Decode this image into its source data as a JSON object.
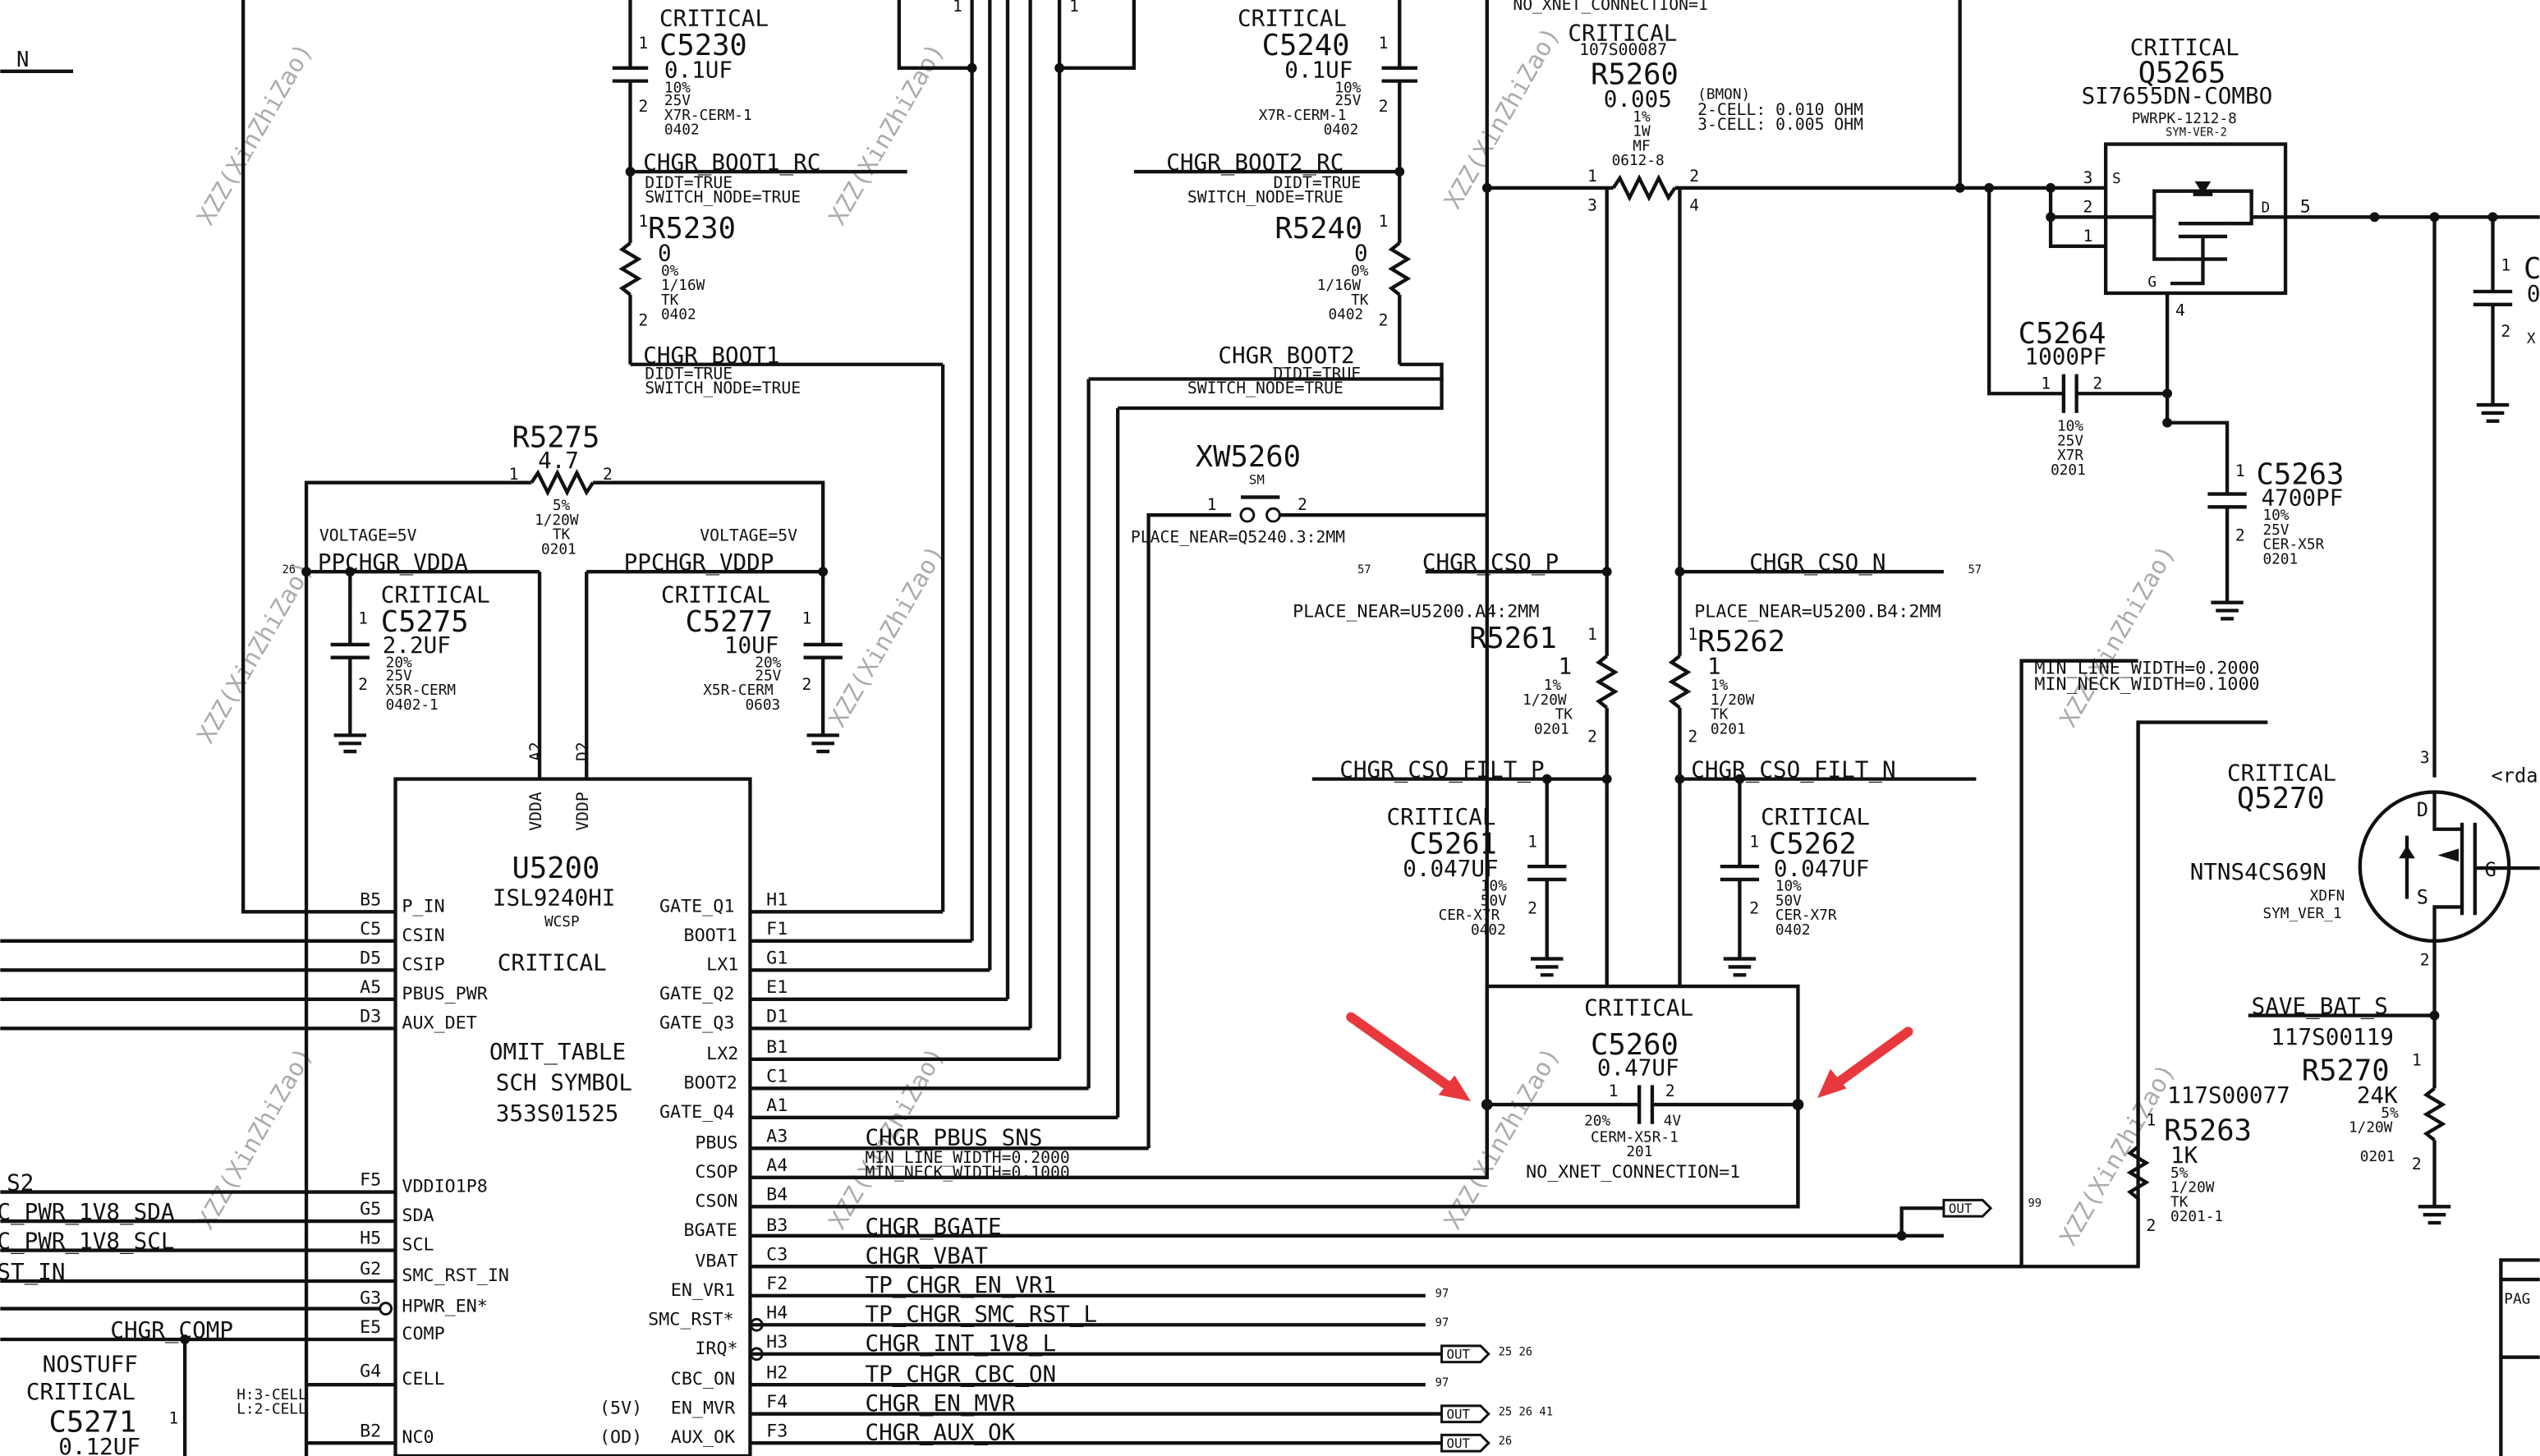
{
  "watermark": "XZZ(XinZhiZao)",
  "page_label": "PAG",
  "top_left_net": "N",
  "u5200": {
    "ref": "U5200",
    "part": "ISL9240HI",
    "pkg": "WCSP",
    "crit": "CRITICAL",
    "omit": "OMIT_TABLE",
    "sch": "SCH SYMBOL",
    "pn": "353S01525",
    "vdda_pin": "A2",
    "vdda_name": "VDDA",
    "vddp_pin": "D2",
    "vddp_name": "VDDP",
    "left_pins": [
      {
        "num": "B5",
        "name": "P_IN"
      },
      {
        "num": "C5",
        "name": "CSIN"
      },
      {
        "num": "D5",
        "name": "CSIP"
      },
      {
        "num": "A5",
        "name": "PBUS_PWR"
      },
      {
        "num": "D3",
        "name": "AUX_DET"
      },
      {
        "num": "F5",
        "name": "VDDIO1P8"
      },
      {
        "num": "G5",
        "name": "SDA"
      },
      {
        "num": "H5",
        "name": "SCL"
      },
      {
        "num": "G2",
        "name": "SMC_RST_IN"
      },
      {
        "num": "G3",
        "name": "HPWR_EN*"
      },
      {
        "num": "E5",
        "name": "COMP"
      },
      {
        "num": "G4",
        "name": "CELL"
      },
      {
        "num": "B2",
        "name": "NC0"
      }
    ],
    "right_pins": [
      {
        "num": "H1",
        "name": "GATE_Q1"
      },
      {
        "num": "F1",
        "name": "BOOT1"
      },
      {
        "num": "G1",
        "name": "LX1"
      },
      {
        "num": "E1",
        "name": "GATE_Q2"
      },
      {
        "num": "D1",
        "name": "GATE_Q3"
      },
      {
        "num": "B1",
        "name": "LX2"
      },
      {
        "num": "C1",
        "name": "BOOT2"
      },
      {
        "num": "A1",
        "name": "GATE_Q4"
      },
      {
        "num": "A3",
        "name": "PBUS"
      },
      {
        "num": "A4",
        "name": "CSOP"
      },
      {
        "num": "B4",
        "name": "CSON"
      },
      {
        "num": "B3",
        "name": "BGATE"
      },
      {
        "num": "C3",
        "name": "VBAT"
      },
      {
        "num": "F2",
        "name": "EN_VR1"
      },
      {
        "num": "H4",
        "name": "SMC_RST*"
      },
      {
        "num": "H3",
        "name": "IRQ*"
      },
      {
        "num": "H2",
        "name": "CBC_ON"
      },
      {
        "num": "F4",
        "name": "EN_MVR"
      },
      {
        "num": "F3",
        "name": "AUX_OK"
      }
    ],
    "en_mvr_tag": "(5V)",
    "aux_ok_tag": "(OD)",
    "cell_note1": "H:3-CELL",
    "cell_note2": "L:2-CELL"
  },
  "left_nets": {
    "s2": "S2",
    "sda": "C_PWR_1V8_SDA",
    "scl": "C_PWR_1V8_SCL",
    "rst": "ST_IN",
    "comp": "CHGR_COMP"
  },
  "c5271": {
    "nostuff": "NOSTUFF",
    "crit": "CRITICAL",
    "ref": "C5271",
    "val": "0.12UF",
    "pin": "1"
  },
  "nets": {
    "pbus_sns": "CHGR_PBUS_SNS",
    "pbus_sns_w1": "MIN_LINE_WIDTH=0.2000",
    "pbus_sns_w2": "MIN_NECK_WIDTH=0.1000",
    "bgate": "CHGR_BGATE",
    "vbat": "CHGR_VBAT",
    "en_vr1": "TP_CHGR_EN_VR1",
    "smc_rst": "TP_CHGR_SMC_RST_L",
    "int": "CHGR_INT_1V8_L",
    "cbc": "TP_CHGR_CBC_ON",
    "en_mvr": "CHGR_EN_MVR",
    "aux_ok": "CHGR_AUX_OK",
    "cso_p": "CHGR_CSO_P",
    "cso_n": "CHGR_CSO_N",
    "filt_p": "CHGR_CSO_FILT_P",
    "filt_n": "CHGR_CSO_FILT_N",
    "boot1_rc": "CHGR_BOOT1_RC",
    "boot2_rc": "CHGR_BOOT2_RC",
    "boot1": "CHGR_BOOT1",
    "boot2": "CHGR_BOOT2",
    "didt": "DIDT=TRUE",
    "switch": "SWITCH_NODE=TRUE",
    "ppchgr_vdda": "PPCHGR_VDDA",
    "ppchgr_vddp": "PPCHGR_VDDP",
    "voltage5v": "VOLTAGE=5V",
    "save_bat": "SAVE_BAT_S",
    "min_line": "MIN_LINE_WIDTH=0.2000",
    "min_neck": "MIN_NECK_WIDTH=0.1000",
    "place_near_a4": "PLACE_NEAR=U5200.A4:2MM",
    "place_near_b4": "PLACE_NEAR=U5200.B4:2MM",
    "place_near_q": "PLACE_NEAR=Q5240.3:2MM",
    "no_xnet": "NO_XNET_CONNECTION=1",
    "out": "OUT"
  },
  "xrefs": {
    "x26": "26",
    "x57": "57",
    "x97": "97",
    "x99": "99",
    "x25_26": "25 26",
    "x25_26_41": "25 26 41"
  },
  "c5230": {
    "crit": "CRITICAL",
    "ref": "C5230",
    "val": "0.1UF",
    "tol": "10%",
    "v": "25V",
    "die": "X7R-CERM-1",
    "pkg": "0402"
  },
  "c5240": {
    "crit": "CRITICAL",
    "ref": "C5240",
    "val": "0.1UF",
    "tol": "10%",
    "v": "25V",
    "die": "X7R-CERM-1",
    "pkg": "0402"
  },
  "r5230": {
    "ref": "R5230",
    "val": "0",
    "tol": "0%",
    "p": "1/16W",
    "mat": "TK",
    "pkg": "0402"
  },
  "r5240": {
    "ref": "R5240",
    "val": "0",
    "tol": "0%",
    "p": "1/16W",
    "mat": "TK",
    "pkg": "0402"
  },
  "r5275": {
    "ref": "R5275",
    "val": "4.7",
    "tol": "5%",
    "p": "1/20W",
    "mat": "TK",
    "pkg": "0201"
  },
  "c5275": {
    "crit": "CRITICAL",
    "ref": "C5275",
    "val": "2.2UF",
    "tol": "20%",
    "v": "25V",
    "die": "X5R-CERM",
    "pkg": "0402-1"
  },
  "c5277": {
    "crit": "CRITICAL",
    "ref": "C5277",
    "val": "10UF",
    "tol": "20%",
    "v": "25V",
    "die": "X5R-CERM",
    "pkg": "0603"
  },
  "xw5260": {
    "ref": "XW5260",
    "type": "SM"
  },
  "r5260": {
    "top": "NO_XNET_CONNECTION=1",
    "crit": "CRITICAL",
    "pn": "107S00087",
    "ref": "R5260",
    "val": "0.005",
    "bmon": "(BMON)",
    "c2": "2-CELL: 0.010 OHM",
    "c3": "3-CELL: 0.005 OHM",
    "tol": "1%",
    "p": "1W",
    "mat": "MF",
    "pkg": "0612-8"
  },
  "r5261": {
    "ref": "R5261",
    "val": "1",
    "tol": "1%",
    "p": "1/20W",
    "mat": "TK",
    "pkg": "0201"
  },
  "r5262": {
    "ref": "R5262",
    "val": "1",
    "tol": "1%",
    "p": "1/20W",
    "mat": "TK",
    "pkg": "0201"
  },
  "c5261": {
    "crit": "CRITICAL",
    "ref": "C5261",
    "val": "0.047UF",
    "tol": "10%",
    "v": "50V",
    "die": "CER-X7R",
    "pkg": "0402"
  },
  "c5262": {
    "crit": "CRITICAL",
    "ref": "C5262",
    "val": "0.047UF",
    "tol": "10%",
    "v": "50V",
    "die": "CER-X7R",
    "pkg": "0402"
  },
  "c5260": {
    "crit": "CRITICAL",
    "ref": "C5260",
    "val": "0.47UF",
    "tol": "20%",
    "v": "4V",
    "die": "CERM-X5R-1",
    "pkg": "201",
    "note": "NO_XNET_CONNECTION=1"
  },
  "q5265": {
    "crit": "CRITICAL",
    "ref": "Q5265",
    "part": "SI7655DN-COMBO",
    "pkg": "PWRPK-1212-8",
    "ver": "SYM-VER-2"
  },
  "c5264": {
    "ref": "C5264",
    "val": "1000PF",
    "tol": "10%",
    "v": "25V",
    "die": "X7R",
    "pkg": "0201"
  },
  "c5263": {
    "ref": "C5263",
    "val": "4700PF",
    "tol": "10%",
    "v": "25V",
    "die": "CER-X5R",
    "pkg": "0201"
  },
  "q5270": {
    "crit": "CRITICAL",
    "ref": "Q5270",
    "part": "NTNS4CS69N",
    "pkg": "XDFN",
    "ver": "SYM_VER_1",
    "rda": "<rda"
  },
  "r5270": {
    "pn": "117S00119",
    "ref": "R5270",
    "val": "24K",
    "tol": "5%",
    "p": "1/20W",
    "pkg": "0201"
  },
  "r5263": {
    "pn": "117S00077",
    "ref": "R5263",
    "val": "1K",
    "tol": "5%",
    "p": "1/20W",
    "mat": "TK",
    "pkg": "0201-1"
  },
  "right_edge": {
    "c_ref": "C",
    "c_0": "0",
    "c_x": "X"
  }
}
